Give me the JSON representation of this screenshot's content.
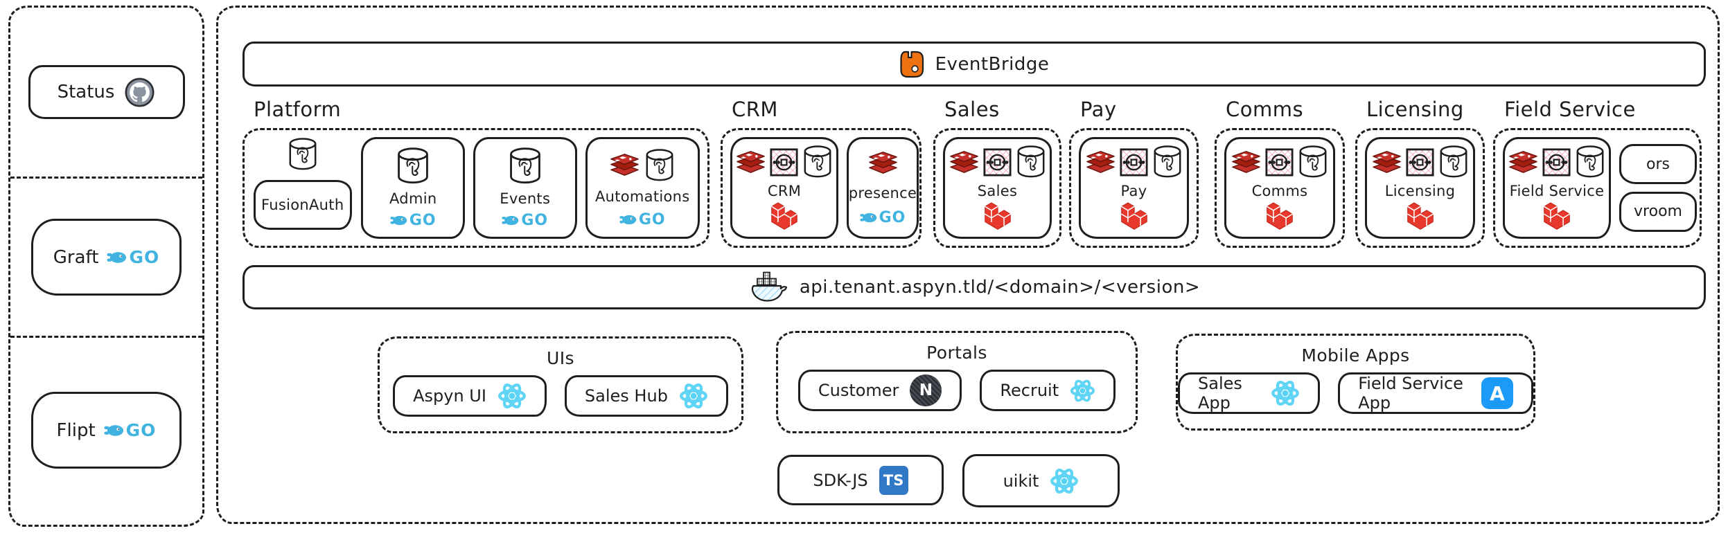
{
  "colors": {
    "stroke": "#1e1e1e",
    "go_blue": "#41b3e0",
    "react_blue": "#58d2f4",
    "redis_red": "#c6302b",
    "laravel_red": "#e8382c",
    "eventbridge_orange": "#ee7211",
    "typescript_blue": "#3178c6",
    "appstore_blue": "#1b9af7",
    "github_gray": "#8b939e"
  },
  "icons": {
    "go_text": "GO",
    "typescript_text": "TS",
    "appstore_text": "A",
    "nextjs_text": "N"
  },
  "sidebar": {
    "items": [
      {
        "label": "Status",
        "icon": "github"
      },
      {
        "label": "Graft",
        "icon": "go"
      },
      {
        "label": "Flipt",
        "icon": "go"
      }
    ]
  },
  "event_bus": {
    "label": "EventBridge",
    "icon": "eventbridge"
  },
  "api_bar": {
    "label": "api.tenant.aspyn.tld/<domain>/<version>",
    "icon": "docker"
  },
  "domains": [
    {
      "label": "Platform",
      "services": [
        {
          "label": "FusionAuth",
          "datastores": [
            "postgres"
          ]
        },
        {
          "label": "Admin",
          "datastores": [
            "postgres"
          ],
          "runtime": "go"
        },
        {
          "label": "Events",
          "datastores": [
            "postgres"
          ],
          "runtime": "go"
        },
        {
          "label": "Automations",
          "datastores": [
            "redis",
            "postgres"
          ],
          "runtime": "go"
        }
      ]
    },
    {
      "label": "CRM",
      "services": [
        {
          "label": "CRM",
          "datastores": [
            "redis",
            "queue",
            "postgres"
          ],
          "runtime": "laravel"
        },
        {
          "label": "presence",
          "datastores": [
            "redis"
          ],
          "runtime": "go"
        }
      ]
    },
    {
      "label": "Sales",
      "services": [
        {
          "label": "Sales",
          "datastores": [
            "redis",
            "queue",
            "postgres"
          ],
          "runtime": "laravel"
        }
      ]
    },
    {
      "label": "Pay",
      "services": [
        {
          "label": "Pay",
          "datastores": [
            "redis",
            "queue",
            "postgres"
          ],
          "runtime": "laravel"
        }
      ]
    },
    {
      "label": "Comms",
      "services": [
        {
          "label": "Comms",
          "datastores": [
            "redis",
            "queue",
            "postgres"
          ],
          "runtime": "laravel"
        }
      ]
    },
    {
      "label": "Licensing",
      "services": [
        {
          "label": "Licensing",
          "datastores": [
            "redis",
            "queue",
            "postgres"
          ],
          "runtime": "laravel"
        }
      ]
    },
    {
      "label": "Field Service",
      "services": [
        {
          "label": "Field Service",
          "datastores": [
            "redis",
            "queue",
            "postgres"
          ],
          "runtime": "laravel"
        },
        {
          "label": "ors"
        },
        {
          "label": "vroom"
        }
      ]
    }
  ],
  "client_groups": [
    {
      "label": "UIs",
      "apps": [
        {
          "label": "Aspyn UI",
          "icon": "react"
        },
        {
          "label": "Sales Hub",
          "icon": "react"
        }
      ]
    },
    {
      "label": "Portals",
      "apps": [
        {
          "label": "Customer",
          "icon": "nextjs"
        },
        {
          "label": "Recruit",
          "icon": "react"
        }
      ]
    },
    {
      "label": "Mobile Apps",
      "apps": [
        {
          "label": "Sales App",
          "icon": "react"
        },
        {
          "label": "Field Service App",
          "icon": "appstore"
        }
      ]
    }
  ],
  "libraries": [
    {
      "label": "SDK-JS",
      "icon": "typescript"
    },
    {
      "label": "uikit",
      "icon": "react"
    }
  ]
}
